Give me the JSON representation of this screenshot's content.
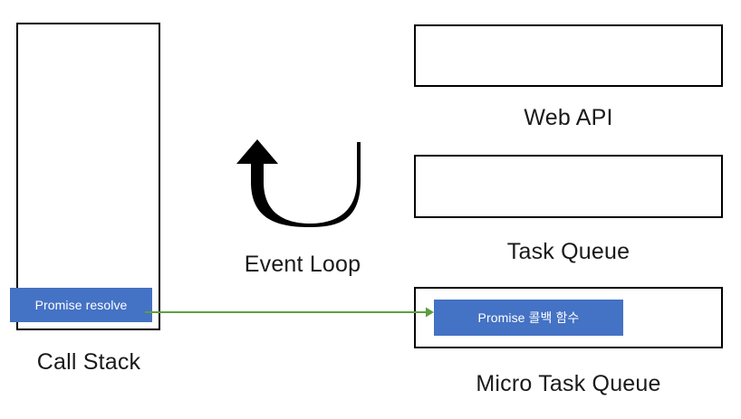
{
  "diagram": {
    "title_hidden": "JavaScript Event Loop Diagram",
    "colors": {
      "chip_blue": "#4472C4",
      "arrow_green": "#5F9E3F",
      "box_border": "#000000",
      "text": "#1a1a1a",
      "background": "#FFFFFF"
    }
  },
  "call_stack": {
    "label": "Call Stack",
    "frames": [
      {
        "text": "Promise resolve"
      }
    ]
  },
  "event_loop": {
    "label": "Event Loop",
    "icon": "u-turn-loop-arrow-icon"
  },
  "web_api": {
    "label": "Web API",
    "items": []
  },
  "task_queue": {
    "label": "Task Queue",
    "items": []
  },
  "micro_task_queue": {
    "label": "Micro Task Queue",
    "items": [
      {
        "text": "Promise 콜백 함수"
      }
    ]
  },
  "connector": {
    "name": "call-stack-to-micro-task-queue-arrow",
    "from": "Promise resolve",
    "to": "Promise 콜백 함수"
  }
}
